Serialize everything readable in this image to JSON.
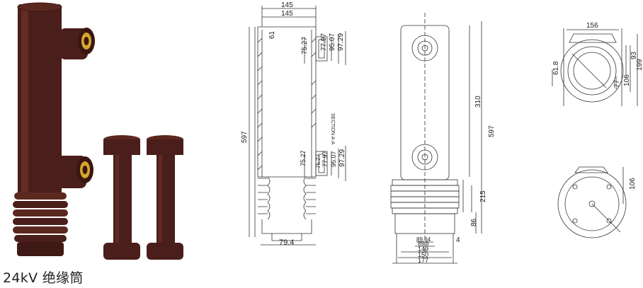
{
  "caption": "24kV 绝缘筒",
  "colors": {
    "product": "#4a1e1a",
    "product_light": "#6e322a",
    "line": "#333333"
  },
  "drawing_side": {
    "dims": [
      "145",
      "145",
      "61",
      "75.27",
      "77.97",
      "95.07",
      "97.29",
      "597",
      "75.27",
      "75.27",
      "77.97",
      "95.07",
      "97.29",
      "79.4"
    ],
    "section_label": "SECTION A-A"
  },
  "drawing_front": {
    "dims": [
      "310",
      "597",
      "215",
      "86",
      "4",
      "89.64",
      "89.8",
      "149",
      "150",
      "177"
    ]
  },
  "drawing_top": {
    "dims": [
      "156",
      "61.8",
      "93",
      "106",
      "77",
      "199"
    ]
  },
  "drawing_bottom": {
    "dims": [
      "106"
    ]
  }
}
